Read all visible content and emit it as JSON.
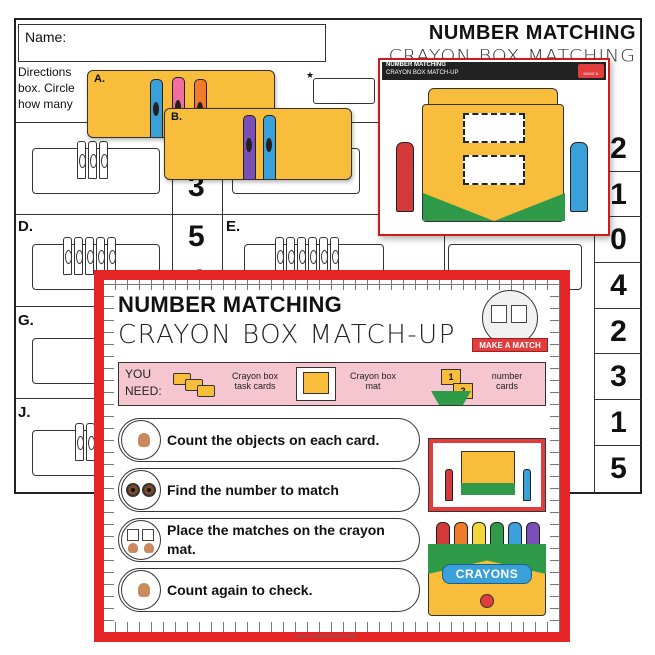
{
  "worksheet": {
    "name_label": "Name:",
    "title_line1": "NUMBER MATCHING",
    "title_line2": "CRAYON BOX MATCHING",
    "directions_lines": [
      "Directions",
      "box. Circle",
      "how many"
    ],
    "row_labels": [
      "D.",
      "E.",
      "G.",
      "J."
    ],
    "answer_column": [
      "2",
      "1",
      "0",
      "4",
      "2",
      "3",
      "1",
      "5"
    ],
    "middle_numbers": [
      "3",
      "5",
      "4"
    ]
  },
  "cards": {
    "card_a_letter": "A.",
    "card_b_letter": "B."
  },
  "preview": {
    "title_line1": "NUMBER MATCHING",
    "title_line2": "CRAYON BOX MATCH-UP",
    "badge": "MAKE A MATCH"
  },
  "instructions": {
    "title_line1": "NUMBER MATCHING",
    "title_line2": "CRAYON BOX MATCH-UP",
    "make_a_match": "MAKE A MATCH",
    "you_need_line1": "YOU",
    "you_need_line2": "NEED:",
    "items": [
      {
        "line1": "Crayon box",
        "line2": "task cards"
      },
      {
        "line1": "Crayon box",
        "line2": "mat"
      },
      {
        "line1": "number",
        "line2": "cards"
      }
    ],
    "number_card_digits": [
      "1",
      "2"
    ],
    "steps": [
      "Count the objects on each card.",
      "Find the number to match",
      "Place the matches on the crayon mat.",
      "Count again to check."
    ],
    "crayon_box_label": "CRAYONS",
    "copyright": "©Lucky Little Learners 2020"
  },
  "colors": {
    "frame_red": "#e52525",
    "card_yellow": "#f7bd3b",
    "box_green": "#2f9b48",
    "you_need_pink": "#f5c6cf",
    "label_blue": "#3aa0d9"
  }
}
